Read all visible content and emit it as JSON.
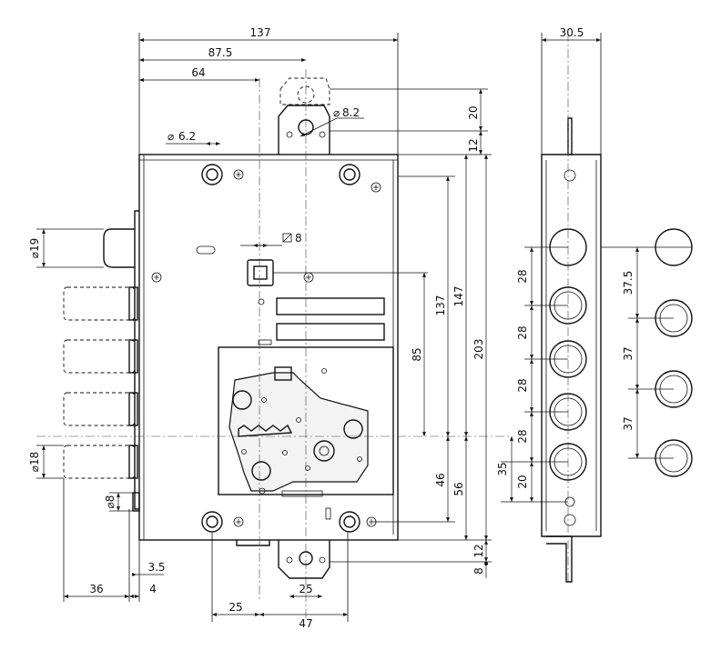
{
  "dimensions": {
    "top_width_137": "137",
    "top_87_5": "87.5",
    "top_64": "64",
    "hole_8_2": "8.2",
    "hole_6_2": "6.2",
    "square_8": "8",
    "dia_19": "19",
    "dia_18": "18",
    "dia_8": "8",
    "side_20": "20",
    "side_12_top": "12",
    "v_137": "137",
    "v_147": "147",
    "v_203": "203",
    "v_85": "85",
    "v_46": "46",
    "v_56": "56",
    "v_12_bottom": "12",
    "v_8_bottom": "8",
    "b_36": "36",
    "b_4": "4",
    "b_3_5": "3.5",
    "b_25_left": "25",
    "b_25_center": "25",
    "b_47": "47",
    "side_30_5": "30.5",
    "pitch_28_a": "28",
    "pitch_28_b": "28",
    "pitch_28_c": "28",
    "pitch_28_d": "28",
    "pitch_20": "20",
    "pitch_35": "35",
    "pitch_37_5": "37.5",
    "pitch_37_a": "37",
    "pitch_37_b": "37"
  }
}
